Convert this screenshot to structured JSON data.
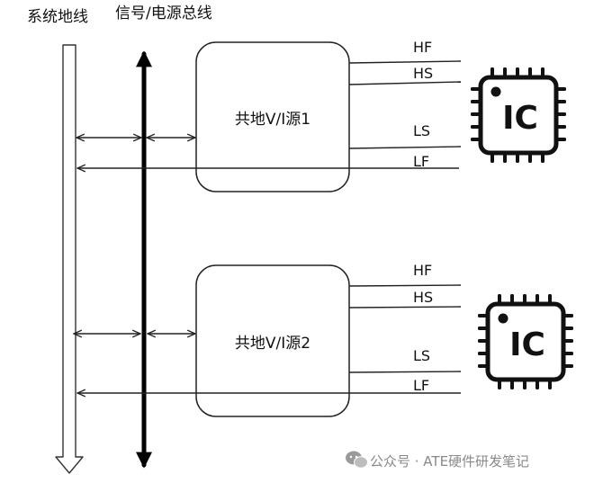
{
  "bus": {
    "ground_label": "系统地线",
    "signal_power_label": "信号/电源总线"
  },
  "blocks": [
    {
      "name": "共地V/I源1",
      "pins": [
        "HF",
        "HS",
        "LS",
        "LF"
      ],
      "chip_label": "IC"
    },
    {
      "name": "共地V/I源2",
      "pins": [
        "HF",
        "HS",
        "LS",
        "LF"
      ],
      "chip_label": "IC"
    }
  ],
  "watermark": {
    "text": "公众号 · ATE硬件研发笔记",
    "icon": "wechat-icon"
  },
  "colors": {
    "line": "#222222",
    "bus": "#000000",
    "chip": "#111111",
    "watermark": "#8a8a8a"
  }
}
